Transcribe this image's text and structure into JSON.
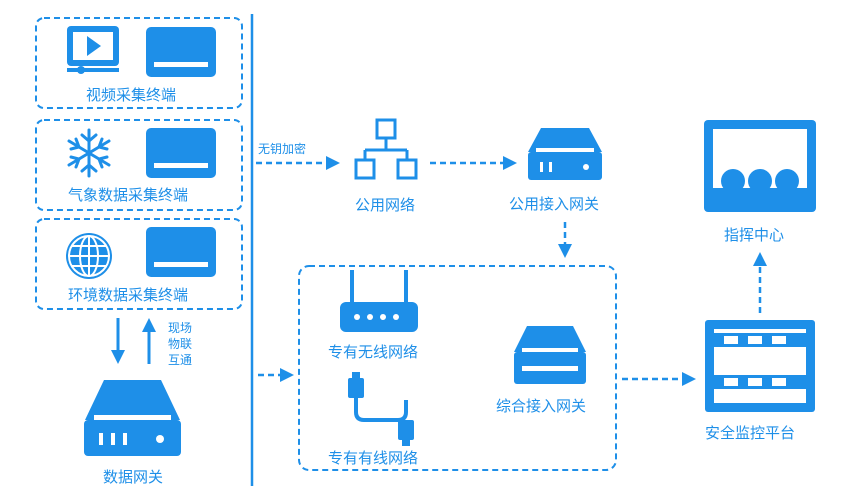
{
  "colors": {
    "accent": "#1e8fe8",
    "background": "#ffffff",
    "icon_fill": "#ffffff"
  },
  "terminals": {
    "video": {
      "label": "视频采集终端",
      "icon": "video-play-icon"
    },
    "weather": {
      "label": "气象数据采集终端",
      "icon": "snowflake-icon"
    },
    "environment": {
      "label": "环境数据采集终端",
      "icon": "globe-icon"
    }
  },
  "gateway": {
    "label": "数据网关"
  },
  "iot_text": [
    "现场",
    "物联",
    "互通"
  ],
  "encryption_label": "无钥加密",
  "public_network": {
    "label": "公用网络"
  },
  "public_gateway": {
    "label": "公用接入网关"
  },
  "private_wireless": {
    "label": "专有无线网络"
  },
  "private_wired": {
    "label": "专有有线网络"
  },
  "integrated_gateway": {
    "label": "综合接入网关"
  },
  "monitoring_platform": {
    "label": "安全监控平台"
  },
  "command_center": {
    "label": "指挥中心"
  }
}
